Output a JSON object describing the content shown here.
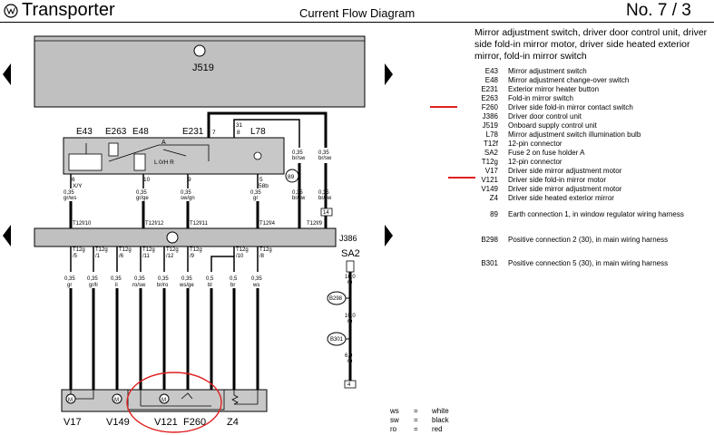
{
  "header": {
    "brand": "Transporter",
    "title": "Current Flow Diagram",
    "page_number": "No.  7 / 3"
  },
  "title_block": {
    "text": "Mirror adjustment switch, driver door control unit, driver side fold-in mirror motor, driver side heated exterior mirror, fold-in mirror switch"
  },
  "legend": [
    {
      "code": "E43",
      "desc": "Mirror adjustment switch"
    },
    {
      "code": "E48",
      "desc": "Mirror adjustment change-over switch"
    },
    {
      "code": "E231",
      "desc": "Exterior mirror heater button"
    },
    {
      "code": "E263",
      "desc": "Fold-in mirror switch"
    },
    {
      "code": "F260",
      "desc": "Driver side fold-in mirror contact switch"
    },
    {
      "code": "J386",
      "desc": "Driver door control unit"
    },
    {
      "code": "J519",
      "desc": "Onboard supply control unit"
    },
    {
      "code": "L78",
      "desc": "Mirror adjustment switch illumination bulb"
    },
    {
      "code": "T12f",
      "desc": "12-pin connector"
    },
    {
      "code": "SA2",
      "desc": "Fuse 2 on fuse holder A"
    },
    {
      "code": "T12g",
      "desc": "12-pin connector"
    },
    {
      "code": "V17",
      "desc": "Driver side mirror adjustment motor"
    },
    {
      "code": "V121",
      "desc": "Driver side fold-in mirror motor"
    },
    {
      "code": "V149",
      "desc": "Driver side mirror adjustment motor"
    },
    {
      "code": "Z4",
      "desc": "Driver side heated exterior mirror"
    },
    {
      "code": "89",
      "desc": "Earth connection 1, in window regulator wiring harness"
    },
    {
      "code": "B298",
      "desc": "Positive connection 2 (30), in main wiring harness"
    },
    {
      "code": "B301",
      "desc": "Positive connection 5 (30), in main wiring harness"
    }
  ],
  "color_key": [
    {
      "code": "ws",
      "name": "white"
    },
    {
      "code": "sw",
      "name": "black"
    },
    {
      "code": "ro",
      "name": "red"
    }
  ],
  "diagram": {
    "components": {
      "J519": "J519",
      "J386": "J386",
      "E43": "E43",
      "E263": "E263",
      "E48": "E48",
      "E231": "E231",
      "L78": "L78",
      "SA2": "SA2",
      "V17": "V17",
      "V149": "V149",
      "V121": "V121",
      "F260": "F260",
      "Z4": "Z4",
      "B298": "B298",
      "B301": "B301",
      "G89": "89"
    },
    "switch_marks": {
      "A": "A",
      "ohr": "L  0/H  R"
    },
    "top_pins": [
      {
        "pin": "6",
        "sub": "X/Y"
      },
      {
        "pin": "10",
        "sub": ""
      },
      {
        "pin": "9",
        "sub": ""
      },
      {
        "pin": "5",
        "sub": "58b"
      },
      {
        "pin": "7",
        "sub": ""
      },
      {
        "pin": "31",
        "sub": ""
      },
      {
        "pin": "8",
        "sub": ""
      }
    ],
    "top_wires": [
      {
        "size": "0,35",
        "color": "gr/ws",
        "conn": "T12f/10"
      },
      {
        "size": "0,35",
        "color": "gr/ge",
        "conn": "T12f/12"
      },
      {
        "size": "0,35",
        "color": "sw/gn",
        "conn": "T12f/11"
      },
      {
        "size": "0,35",
        "color": "gr",
        "conn": "T12f/4"
      },
      {
        "size": "0,35",
        "color": "br/sw",
        "conn": "T12f/9"
      },
      {
        "size": "0,35",
        "color": "br/sw",
        "conn": ""
      }
    ],
    "upper_right_wires": [
      {
        "size": "0,35",
        "color": "br/sw"
      },
      {
        "size": "0,35",
        "color": "br/sw"
      }
    ],
    "j386_pins": [
      {
        "conn": "T12g",
        "pin": "/5",
        "size": "0,35",
        "color": "gr"
      },
      {
        "conn": "T12g",
        "pin": "/1",
        "size": "0,35",
        "color": "gr/li"
      },
      {
        "conn": "T12g",
        "pin": "/6",
        "size": "0,35",
        "color": "li"
      },
      {
        "conn": "T12g",
        "pin": "/11",
        "size": "0,35",
        "color": "ro/sw"
      },
      {
        "conn": "T12g",
        "pin": "/12",
        "size": "0,35",
        "color": "br/ro"
      },
      {
        "conn": "T12g",
        "pin": "/9",
        "size": "0,35",
        "color": "ws/ge"
      },
      {
        "conn": "",
        "pin": "",
        "size": "0,5",
        "color": "bl"
      },
      {
        "conn": "T12g",
        "pin": "/10",
        "size": "0,5",
        "color": "br"
      },
      {
        "conn": "T12g",
        "pin": "/8",
        "size": "0,35",
        "color": "ws"
      }
    ],
    "fuse_wires": [
      {
        "size": "16,0",
        "color": "ro"
      },
      {
        "size": "10,0",
        "color": "ro"
      },
      {
        "size": "6,0",
        "color": "ro"
      }
    ],
    "refs": {
      "ref14": "14",
      "ref4": "4"
    }
  }
}
